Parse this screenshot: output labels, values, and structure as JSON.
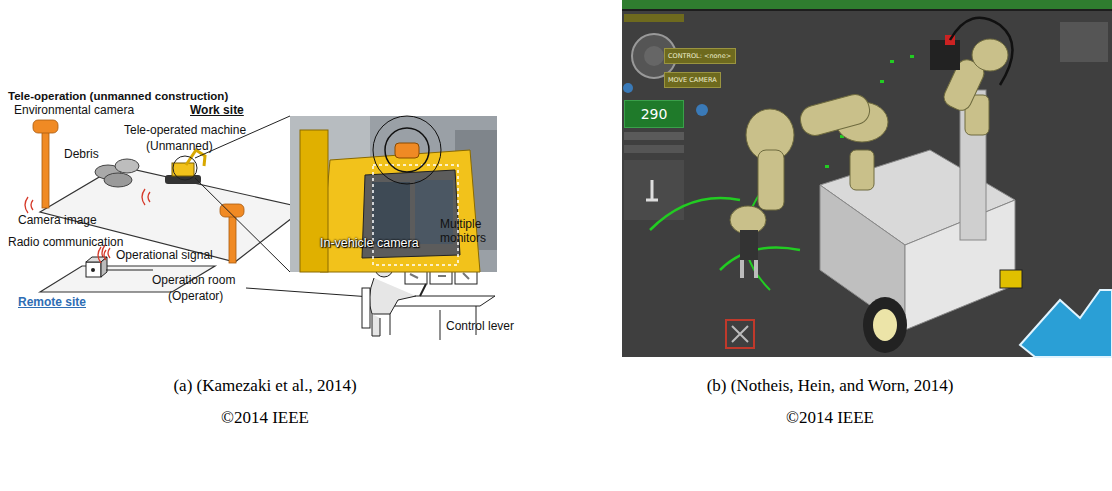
{
  "diagram": {
    "nodes": [
      {
        "text": [
          "In-vehicle camera"
        ]
      },
      {
        "text": [
          "CONTROL: <none>"
        ]
      },
      {
        "text": [
          "MOVE CAMERA"
        ]
      },
      {
        "text": [
          "290"
        ]
      }
    ],
    "labels": [
      "Tele-operation (unmanned construction)",
      "Environmental camera",
      "Work site",
      "Tele-operated machine",
      "(Unmanned)",
      "Debris",
      "Camera image",
      "Radio communication",
      "Operational signal",
      "Remote site",
      "Operation room",
      "(Operator)",
      "Multiple monitors",
      "Control lever",
      "(a) (Kamezaki et al., 2014)",
      "©2014 IEEE",
      "(b) (Notheis, Hein, and Worn, 2014)",
      "©2014 IEEE"
    ]
  }
}
